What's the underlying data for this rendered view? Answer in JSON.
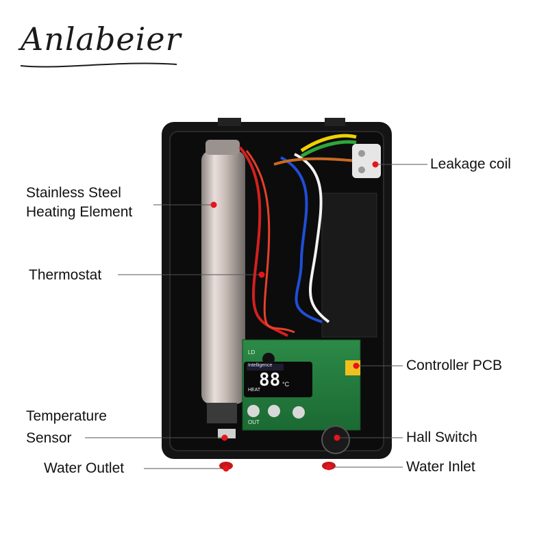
{
  "brand": {
    "name": "Anlabeier"
  },
  "labels": {
    "heating_element": [
      "Stainless Steel",
      "Heating Element"
    ],
    "thermostat": "Thermostat",
    "temperature_sensor": [
      "Temperature",
      "Sensor"
    ],
    "water_outlet": "Water Outlet",
    "leakage_coil": "Leakage coil",
    "controller_pcb": "Controller PCB",
    "hall_switch": "Hall Switch",
    "water_inlet": "Water Inlet"
  },
  "display": {
    "badge": "Intelligence",
    "digits": "88",
    "unit": "°C",
    "heat": "HEAT"
  },
  "pcb_marks": {
    "led": "LD",
    "out": "OUT"
  },
  "colors": {
    "leader_line": "#555555",
    "marker_dot": "#e8141c",
    "housing": "#141414",
    "pcb": "#1f7a3a"
  }
}
